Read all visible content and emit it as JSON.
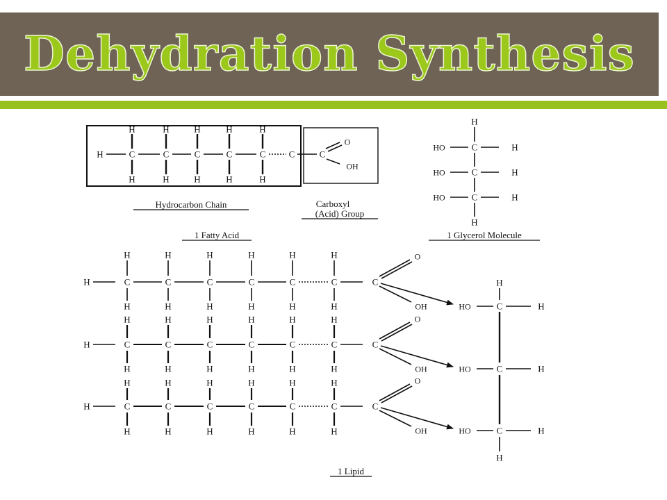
{
  "slide": {
    "title": "Dehydration Synthesis",
    "colors": {
      "title_bar": "#6f6355",
      "title_text": "#9cc81c",
      "accent_rule": "#97c11e"
    }
  },
  "fatty_acid_diagram": {
    "hydrocarbon_label": "Hydrocarbon Chain",
    "carboxyl_label_1": "Carboxyl",
    "carboxyl_label_2": "(Acid) Group",
    "caption": "1 Fatty Acid"
  },
  "glycerol_diagram": {
    "caption": "1 Glycerol Molecule"
  },
  "lipid_diagram": {
    "caption": "1 Lipid"
  },
  "atoms": {
    "hydrogen": "H",
    "carbon": "C",
    "oxygen": "O",
    "hydroxyl": "OH",
    "hydroxyl_left": "HO"
  }
}
